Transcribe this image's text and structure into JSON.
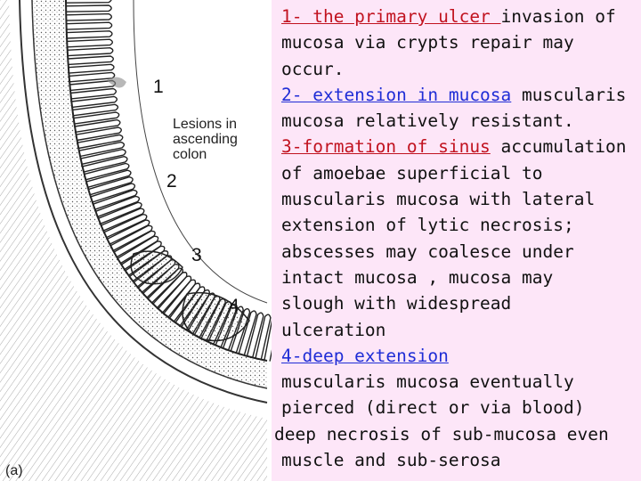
{
  "figure": {
    "label_1": "1",
    "label_2": "2",
    "label_3": "3",
    "label_4": "4",
    "lesion_caption_1": "Lesions in",
    "lesion_caption_2": "ascending",
    "lesion_caption_3": "colon",
    "panel_label": "(a)"
  },
  "notes": {
    "s1_head": "1- the primary ulcer ",
    "s1_l1_rest": "invasion of",
    "s1_l2": "mucosa via crypts  repair may",
    "s1_l3": "occur.",
    "s2_head": "2- extension in mucosa",
    "s2_l1_rest": " muscularis",
    "s2_l2": "mucosa relatively resistant.",
    "s3_head": "3-formation of sinus",
    "s3_l1_rest": " accumulation",
    "s3_l2": "of amoebae superficial to",
    "s3_l3": "muscularis mucosa with lateral",
    "s3_l4": "extension of lytic necrosis;",
    "s3_l5": "abscesses may coalesce under",
    "s3_l6": "intact mucosa , mucosa may",
    "s3_l7": "slough with  widespread",
    "s3_l8": "ulceration",
    "s4_head": "4-deep extension",
    "s4_l1": "muscularis mucosa eventually",
    "s4_l2": "pierced (direct or via blood)",
    "s4_l3": "deep necrosis of sub-mucosa even",
    "s4_l4": "muscle and sub-serosa"
  }
}
